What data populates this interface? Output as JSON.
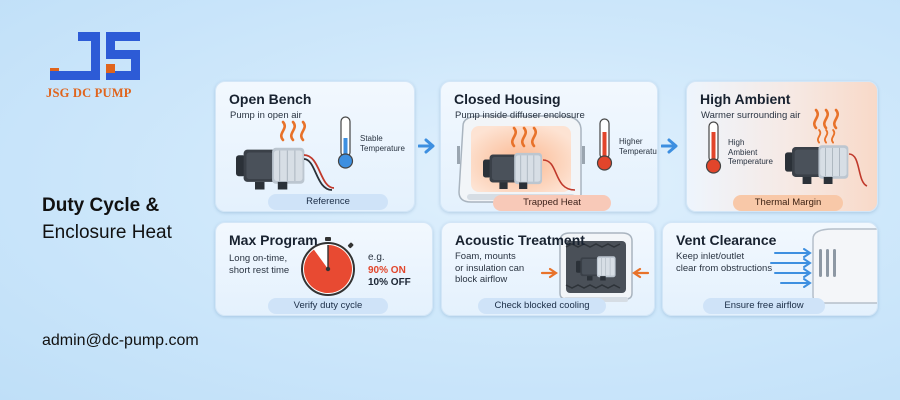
{
  "brand": {
    "name": "JSG DC PUMP",
    "colors": {
      "orange": "#e0641c",
      "blue": "#2d5bd6"
    }
  },
  "headline": {
    "line1": "Duty Cycle &",
    "line2": "Enclosure Heat"
  },
  "contact": {
    "email": "admin@dc-pump.com"
  },
  "cards": {
    "open_bench": {
      "title": "Open Bench",
      "subtitle": "Pump in open air",
      "temp_label": [
        "Stable",
        "Temperature"
      ],
      "tag": "Reference"
    },
    "closed_housing": {
      "title": "Closed Housing",
      "subtitle": "Pump inside diffuser enclosure",
      "temp_label": [
        "Higher",
        "Temperature"
      ],
      "tag": "Trapped Heat"
    },
    "high_ambient": {
      "title": "High Ambient",
      "subtitle": "Warmer surrounding air",
      "temp_label": [
        "High",
        "Ambient",
        "Temperature"
      ],
      "tag": "Thermal Margin"
    },
    "max_program": {
      "title": "Max Program",
      "desc": [
        "Long on-time,",
        "short rest time"
      ],
      "example": {
        "eg": "e.g.",
        "on": "90% ON",
        "off": "10% OFF"
      },
      "duty_on_fraction": 0.9,
      "tag": "Verify duty cycle"
    },
    "acoustic": {
      "title": "Acoustic Treatment",
      "desc": [
        "Foam, mounts",
        "or insulation can",
        "block airflow"
      ],
      "tag": "Check blocked cooling"
    },
    "vent": {
      "title": "Vent Clearance",
      "desc": [
        "Keep inlet/outlet",
        "clear from obstructions"
      ],
      "tag": "Ensure free airflow"
    }
  },
  "colors": {
    "hot": "#e2452b",
    "cool": "#3d8fe0",
    "arrow": "#3d8fe0",
    "flame": "#e8722a"
  },
  "icons": [
    "heat-waves-icon",
    "thermometer-icon",
    "pump-icon",
    "arrow-right-icon",
    "clock-icon",
    "enclosure-icon",
    "vent-icon"
  ]
}
